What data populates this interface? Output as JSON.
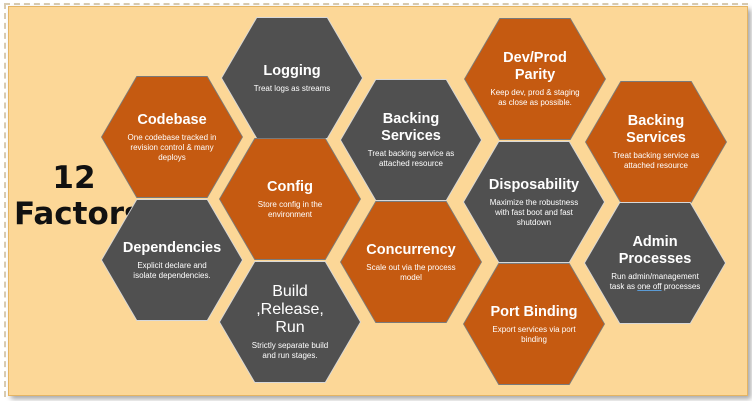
{
  "title": {
    "line1": "12",
    "line2": "Factors"
  },
  "factors": {
    "logging": {
      "title": "Logging",
      "desc": "Treat logs as streams"
    },
    "codebase": {
      "title": "Codebase",
      "desc": "One codebase tracked in revision control & many deploys"
    },
    "config": {
      "title": "Config",
      "desc": "Store config in the environment"
    },
    "backing_services_1": {
      "title": "Backing Services",
      "desc": "Treat backing service as attached resource"
    },
    "dependencies": {
      "title": "Dependencies",
      "desc": "Explicit declare and isolate dependencies."
    },
    "build_release_run": {
      "title": "Build ,Release, Run",
      "desc": "Strictly separate build and run stages."
    },
    "concurrency": {
      "title": "Concurrency",
      "desc": "Scale out via the process model"
    },
    "dev_prod_parity": {
      "title": "Dev/Prod Parity",
      "desc": "Keep dev, prod & staging as close as possible."
    },
    "disposability": {
      "title": "Disposability",
      "desc": "Maximize the robustness with fast boot and fast shutdown"
    },
    "port_binding": {
      "title": "Port Binding",
      "desc": "Export services via port binding"
    },
    "backing_services_2": {
      "title": "Backing Services",
      "desc": "Treat backing service as attached resource"
    },
    "admin_processes": {
      "title": "Admin Processes",
      "desc_before": "Run admin/management task as ",
      "desc_link": "one off",
      "desc_after": " processes"
    }
  },
  "colors": {
    "background": "#fcd797",
    "orange": "#c55a11",
    "gray": "#505050"
  }
}
